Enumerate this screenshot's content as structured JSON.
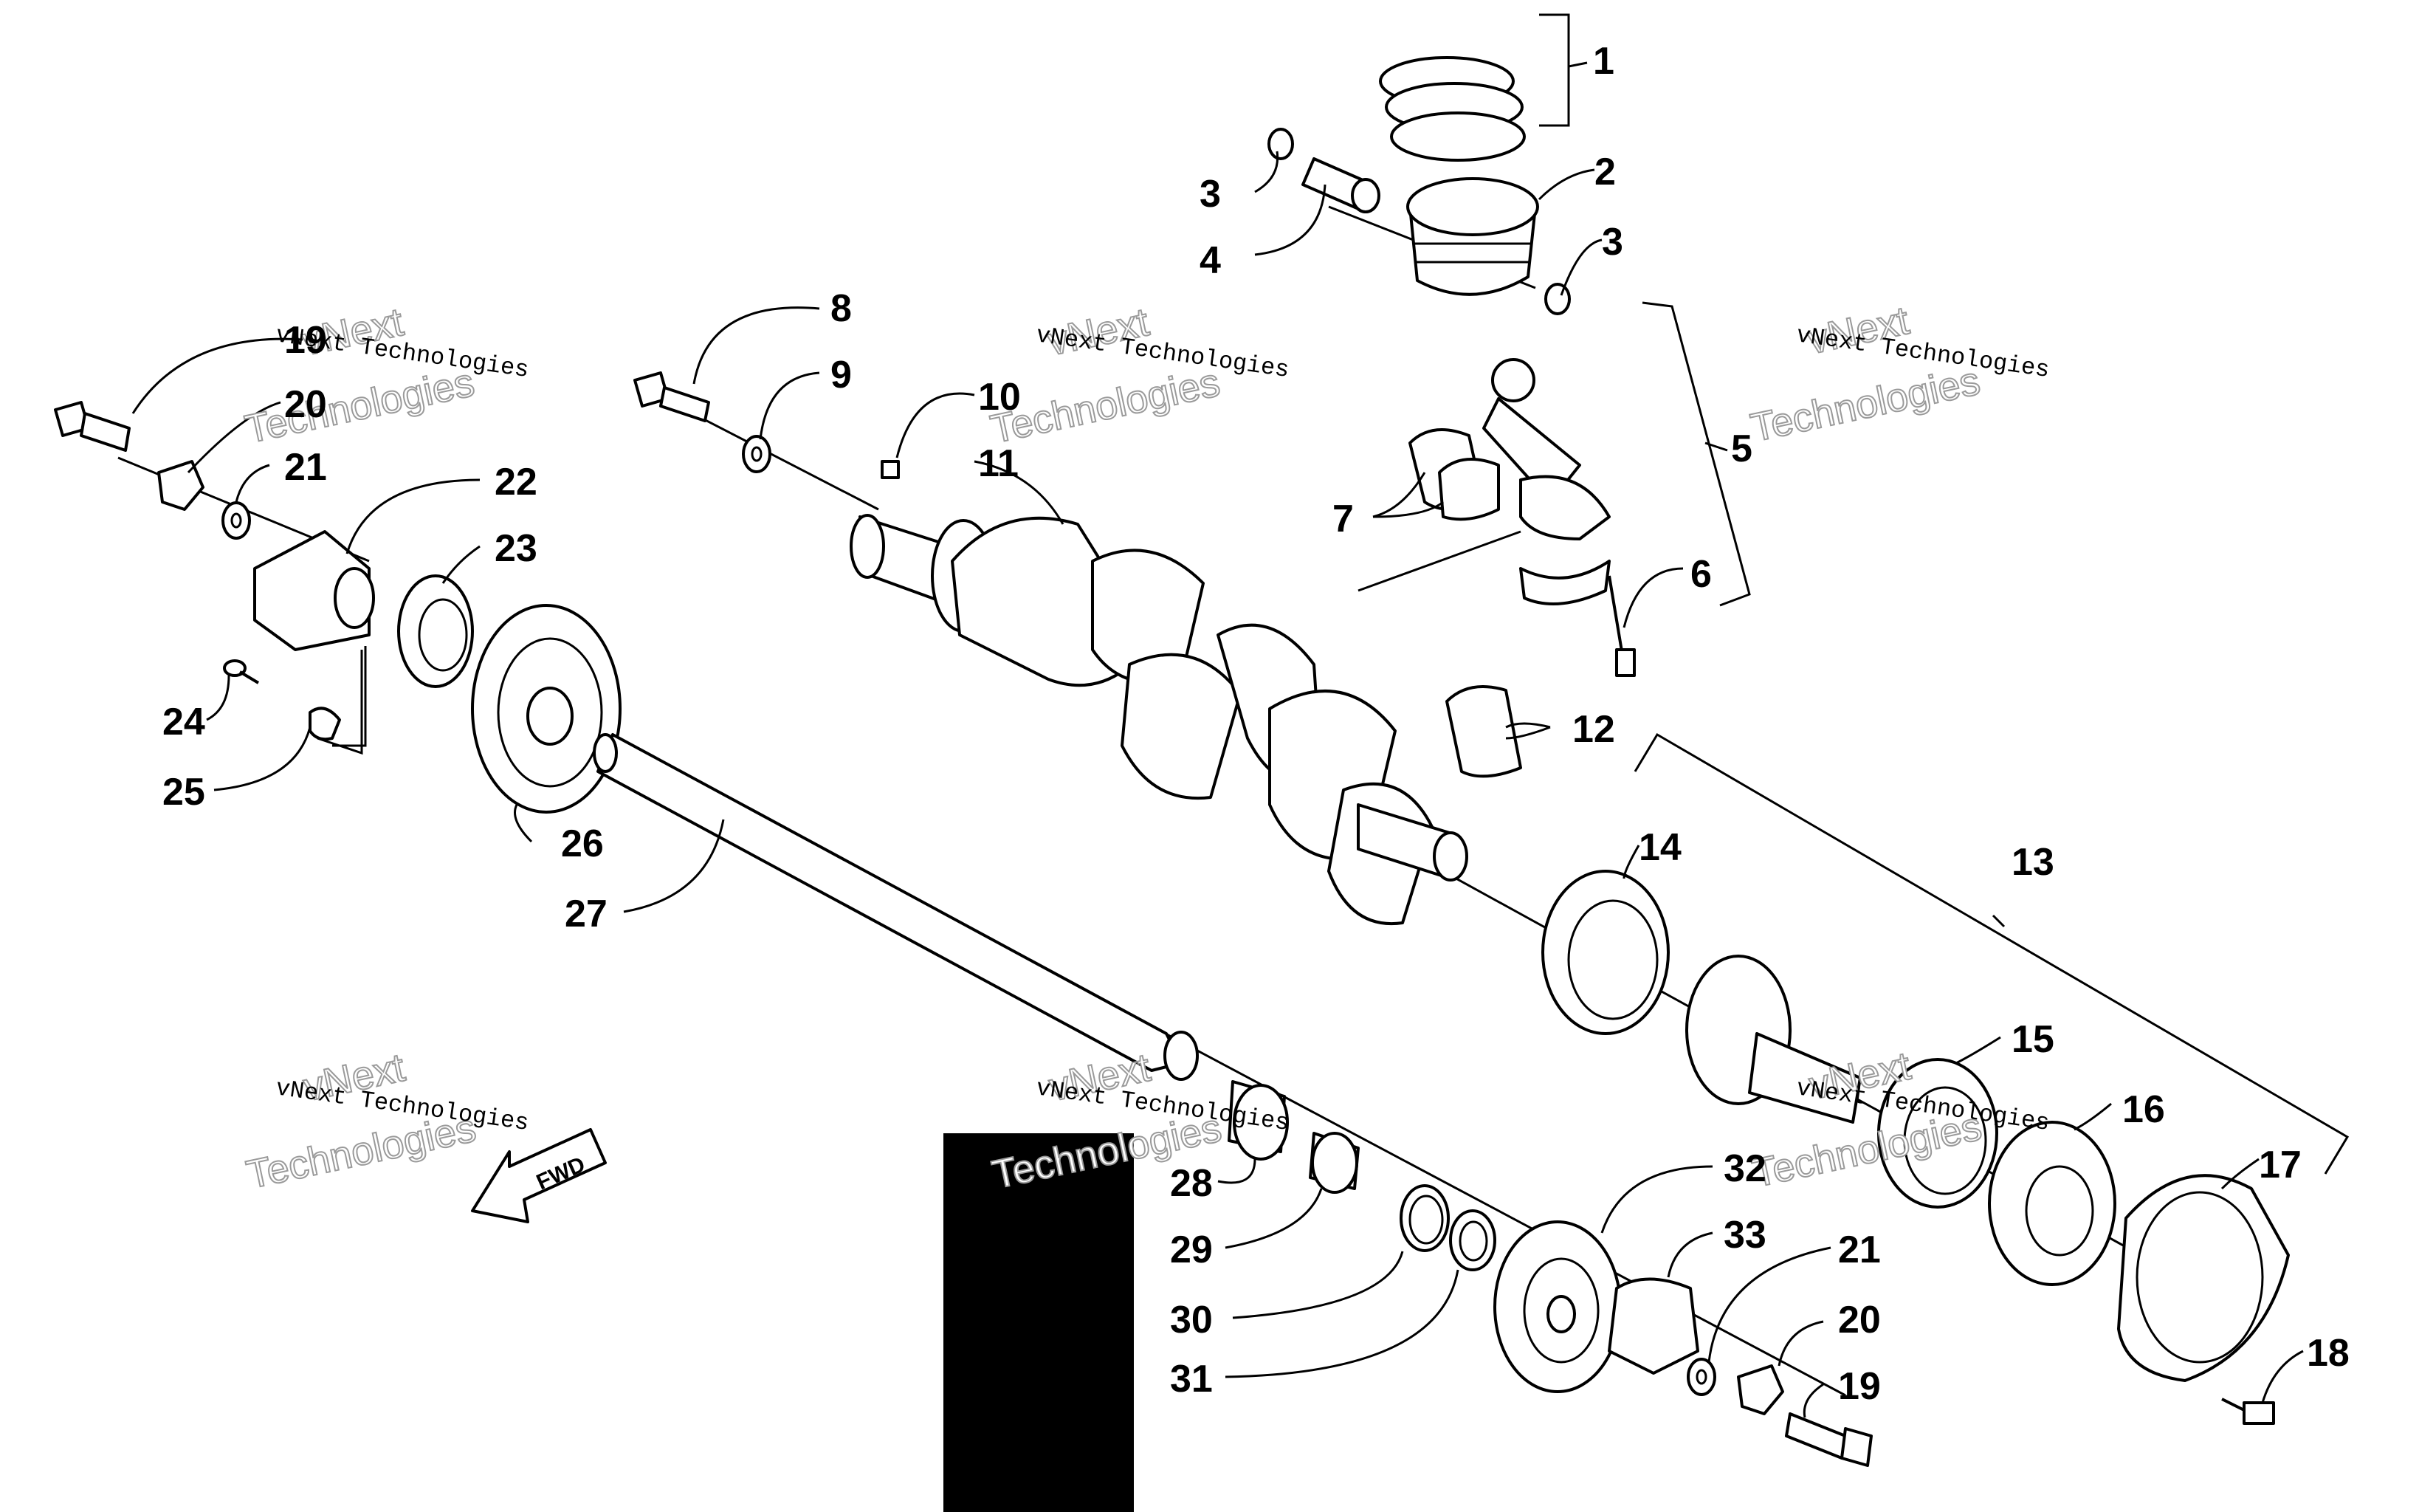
{
  "callouts": {
    "c1": "1",
    "c2": "2",
    "c3a": "3",
    "c3b": "3",
    "c4": "4",
    "c5": "5",
    "c6": "6",
    "c7": "7",
    "c8": "8",
    "c9": "9",
    "c10": "10",
    "c11": "11",
    "c12": "12",
    "c13": "13",
    "c14": "14",
    "c15": "15",
    "c16": "16",
    "c17": "17",
    "c18": "18",
    "c19a": "19",
    "c19b": "19",
    "c20a": "20",
    "c20b": "20",
    "c21a": "21",
    "c21b": "21",
    "c22": "22",
    "c23": "23",
    "c24": "24",
    "c25": "25",
    "c26": "26",
    "c27": "27",
    "c28": "28",
    "c29": "29",
    "c30": "30",
    "c31": "31",
    "c32": "32",
    "c33": "33"
  },
  "watermark": {
    "line1": "vNext",
    "line2": "Technologies",
    "small": "vNext Technologies"
  },
  "fwd_label": "FWD",
  "colors": {
    "ink": "#000000",
    "paper": "#ffffff",
    "redaction": "#000000",
    "watermark": "#9a9a9a"
  }
}
